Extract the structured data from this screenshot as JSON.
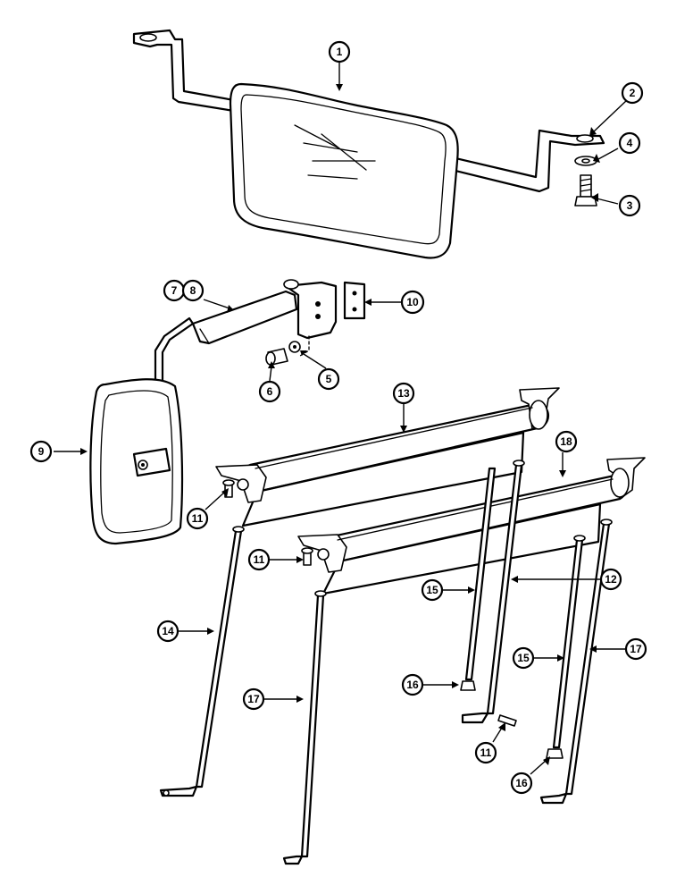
{
  "callouts": [
    {
      "id": "c1",
      "label": "1"
    },
    {
      "id": "c2",
      "label": "2"
    },
    {
      "id": "c3",
      "label": "3"
    },
    {
      "id": "c4",
      "label": "4"
    },
    {
      "id": "c5",
      "label": "5"
    },
    {
      "id": "c6",
      "label": "6"
    },
    {
      "id": "c7",
      "label": "7"
    },
    {
      "id": "c8",
      "label": "8"
    },
    {
      "id": "c9",
      "label": "9"
    },
    {
      "id": "c10",
      "label": "10"
    },
    {
      "id": "c11a",
      "label": "11"
    },
    {
      "id": "c11b",
      "label": "11"
    },
    {
      "id": "c11c",
      "label": "11"
    },
    {
      "id": "c12",
      "label": "12"
    },
    {
      "id": "c13",
      "label": "13"
    },
    {
      "id": "c14",
      "label": "14"
    },
    {
      "id": "c15a",
      "label": "15"
    },
    {
      "id": "c15b",
      "label": "15"
    },
    {
      "id": "c16a",
      "label": "16"
    },
    {
      "id": "c16b",
      "label": "16"
    },
    {
      "id": "c17a",
      "label": "17"
    },
    {
      "id": "c17b",
      "label": "17"
    },
    {
      "id": "c18",
      "label": "18"
    }
  ]
}
